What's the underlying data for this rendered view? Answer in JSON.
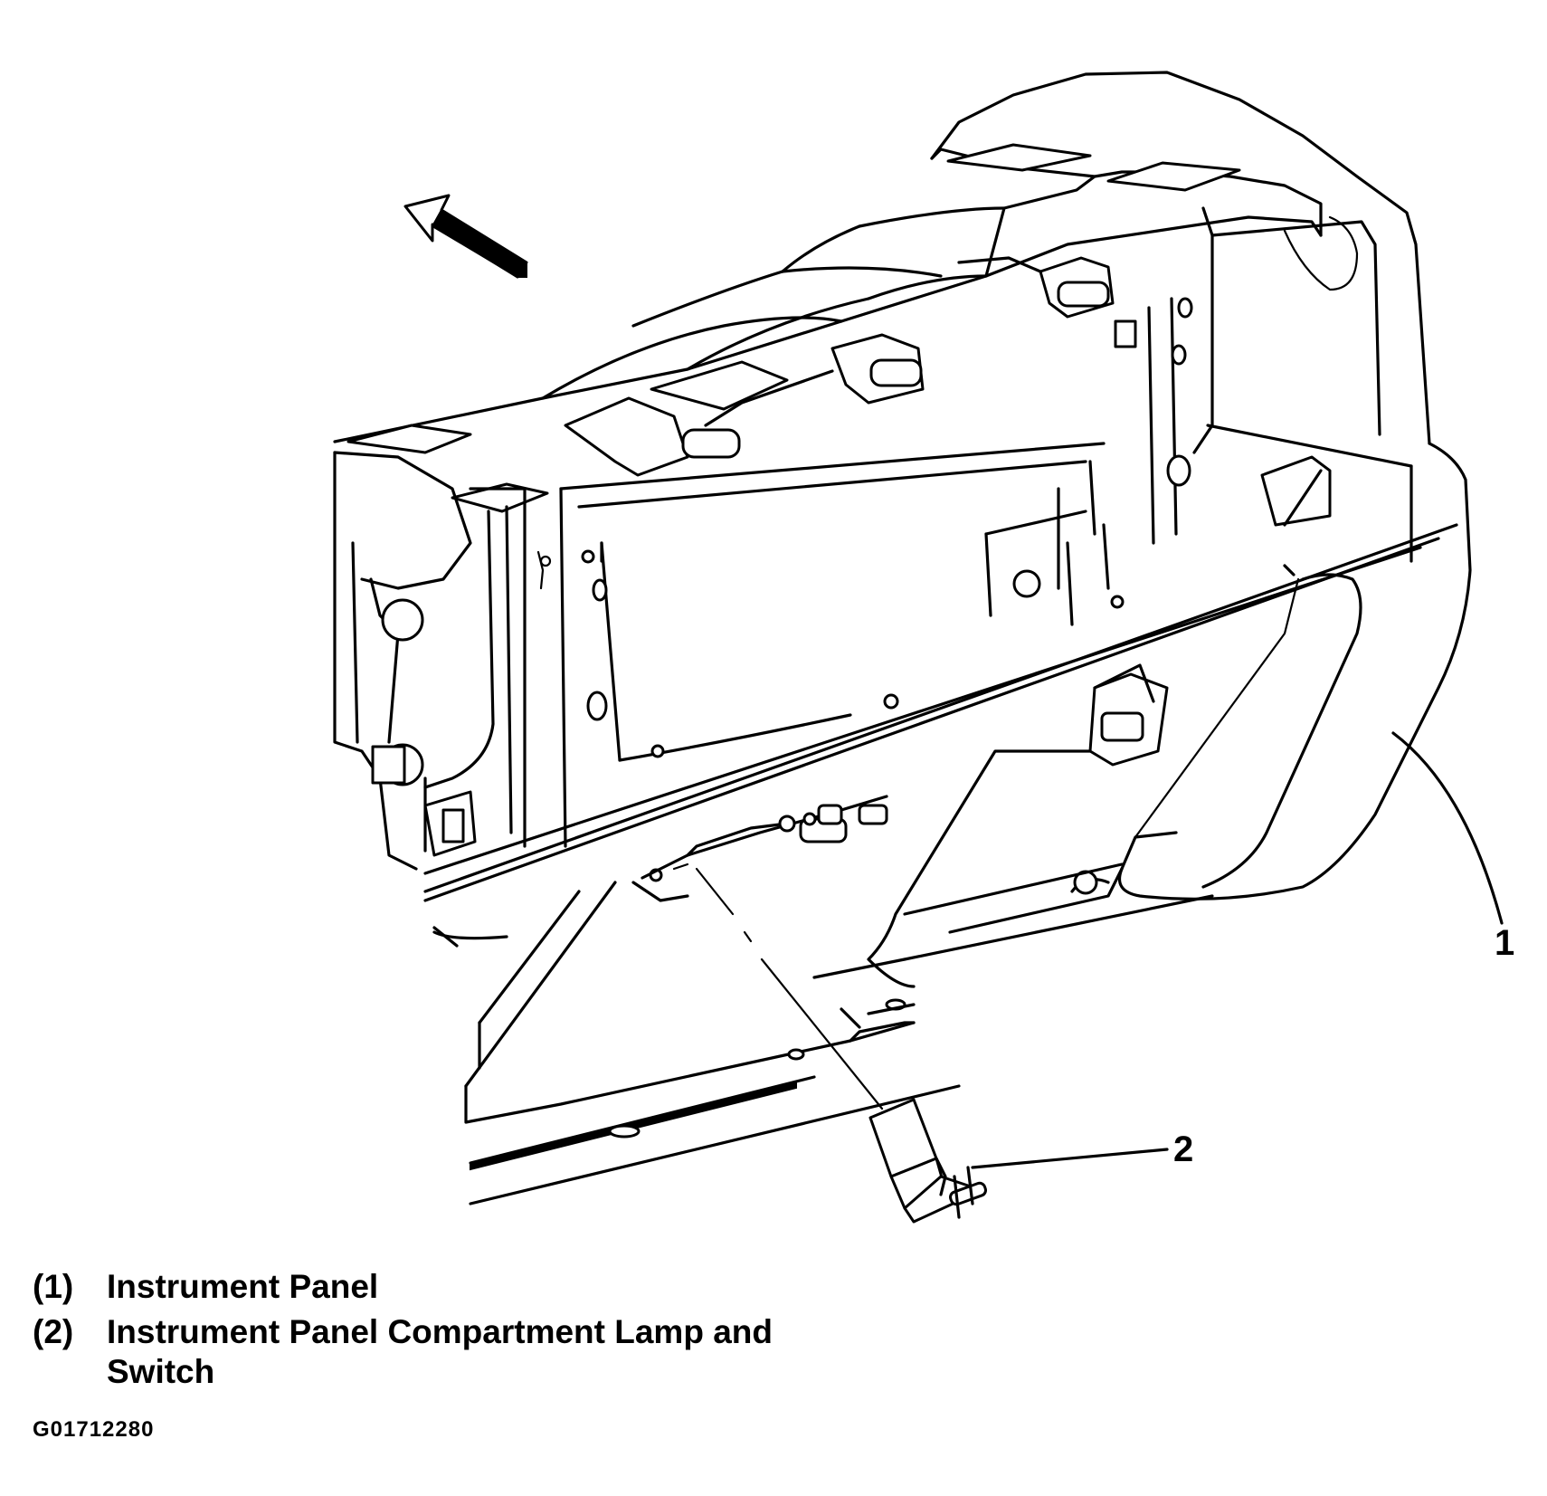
{
  "callouts": [
    {
      "number": "1"
    },
    {
      "number": "2"
    }
  ],
  "legend": [
    {
      "key": "(1)",
      "text": "Instrument Panel"
    },
    {
      "key": "(2)",
      "text": "Instrument Panel Compartment Lamp and Switch"
    }
  ],
  "figure_code": "G01712280",
  "icons": {
    "direction_arrow": "arrow-up-left-icon"
  }
}
